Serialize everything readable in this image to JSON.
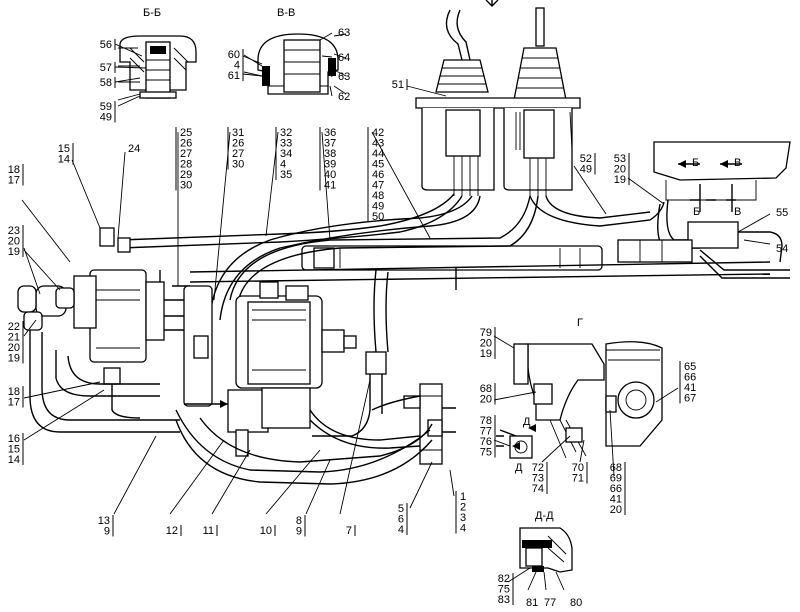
{
  "section_titles": {
    "bb": "Б-Б",
    "vv": "В-В",
    "g": "Г",
    "dd": "Д-Д"
  },
  "section_marks": {
    "b_upper": "Б",
    "v_upper": "В",
    "b_lower": "Б",
    "v_lower": "В",
    "d_upper": "Д",
    "d_lower": "Д"
  },
  "callouts": [
    {
      "id": "c56",
      "lines": [
        "56"
      ]
    },
    {
      "id": "c57",
      "lines": [
        "57"
      ]
    },
    {
      "id": "c58",
      "lines": [
        "58"
      ]
    },
    {
      "id": "c59",
      "lines": [
        "59",
        "49"
      ]
    },
    {
      "id": "c60",
      "lines": [
        "60",
        "4",
        "61"
      ]
    },
    {
      "id": "c63a",
      "lines": [
        "63"
      ]
    },
    {
      "id": "c64",
      "lines": [
        "64"
      ]
    },
    {
      "id": "c63b",
      "lines": [
        "63"
      ]
    },
    {
      "id": "c62",
      "lines": [
        "62"
      ]
    },
    {
      "id": "c51",
      "lines": [
        "51"
      ]
    },
    {
      "id": "c15",
      "lines": [
        "15",
        "14"
      ]
    },
    {
      "id": "c24",
      "lines": [
        "24"
      ]
    },
    {
      "id": "c18a",
      "lines": [
        "18",
        "17"
      ]
    },
    {
      "id": "c23",
      "lines": [
        "23",
        "20",
        "19"
      ]
    },
    {
      "id": "c22",
      "lines": [
        "22",
        "21",
        "20",
        "19"
      ]
    },
    {
      "id": "c18b",
      "lines": [
        "18",
        "17"
      ]
    },
    {
      "id": "c16",
      "lines": [
        "16",
        "15",
        "14"
      ]
    },
    {
      "id": "g25",
      "lines": [
        "25",
        "26",
        "27",
        "28",
        "29",
        "30"
      ]
    },
    {
      "id": "g31",
      "lines": [
        "31",
        "26",
        "27",
        "30"
      ]
    },
    {
      "id": "g32",
      "lines": [
        "32",
        "33",
        "34",
        "4",
        "35"
      ]
    },
    {
      "id": "g36",
      "lines": [
        "36",
        "37",
        "38",
        "39",
        "40",
        "41"
      ]
    },
    {
      "id": "g42",
      "lines": [
        "42",
        "43",
        "44",
        "45",
        "46",
        "47",
        "48",
        "49",
        "50"
      ]
    },
    {
      "id": "c52",
      "lines": [
        "52",
        "49"
      ]
    },
    {
      "id": "c53",
      "lines": [
        "53",
        "20",
        "19"
      ]
    },
    {
      "id": "c55",
      "lines": [
        "55"
      ]
    },
    {
      "id": "c54",
      "lines": [
        "54"
      ]
    },
    {
      "id": "c79",
      "lines": [
        "79",
        "20",
        "19"
      ]
    },
    {
      "id": "c68a",
      "lines": [
        "68",
        "20"
      ]
    },
    {
      "id": "c78",
      "lines": [
        "78",
        "77",
        "76",
        "75"
      ]
    },
    {
      "id": "c72",
      "lines": [
        "72",
        "73",
        "74"
      ]
    },
    {
      "id": "c70",
      "lines": [
        "70",
        "71"
      ]
    },
    {
      "id": "c68b",
      "lines": [
        "68",
        "69",
        "66",
        "41",
        "20"
      ]
    },
    {
      "id": "c65",
      "lines": [
        "65",
        "66",
        "41",
        "67"
      ]
    },
    {
      "id": "c13",
      "lines": [
        "13",
        "9"
      ]
    },
    {
      "id": "c12",
      "lines": [
        "12"
      ]
    },
    {
      "id": "c11",
      "lines": [
        "11"
      ]
    },
    {
      "id": "c10",
      "lines": [
        "10"
      ]
    },
    {
      "id": "c8",
      "lines": [
        "8",
        "9"
      ]
    },
    {
      "id": "c7",
      "lines": [
        "7"
      ]
    },
    {
      "id": "c5",
      "lines": [
        "5",
        "6",
        "4"
      ]
    },
    {
      "id": "c1",
      "lines": [
        "1",
        "2",
        "3",
        "4"
      ]
    },
    {
      "id": "c82",
      "lines": [
        "82",
        "75",
        "83"
      ]
    },
    {
      "id": "c81",
      "lines": [
        "81"
      ]
    },
    {
      "id": "c77",
      "lines": [
        "77"
      ]
    },
    {
      "id": "c80",
      "lines": [
        "80"
      ]
    }
  ]
}
